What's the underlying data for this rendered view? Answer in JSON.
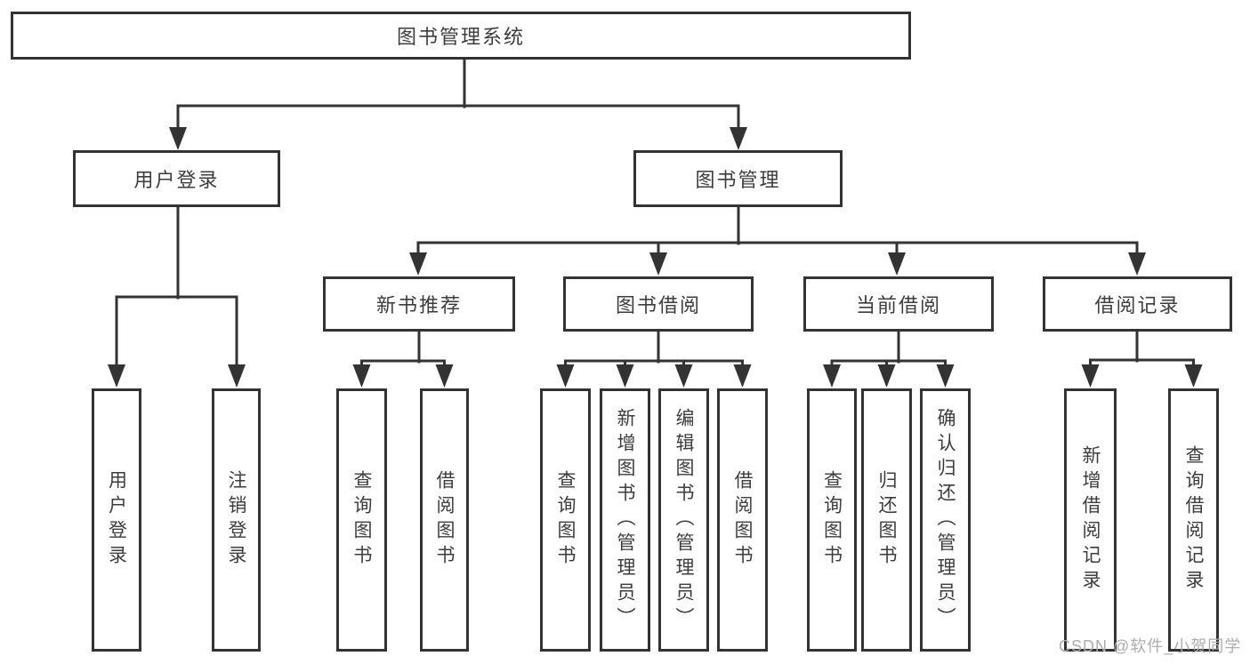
{
  "diagram": {
    "type": "hierarchy-tree",
    "nodes": {
      "root": "图书管理系统",
      "user_login": "用户登录",
      "book_management": "图书管理",
      "new_book_recommend": "新书推荐",
      "book_borrowing": "图书借阅",
      "current_borrowing": "当前借阅",
      "borrowing_records": "借阅记录",
      "leaf_user_login": "用户登录",
      "leaf_logout": "注销登录",
      "leaf_nb_query_books": "查询图书",
      "leaf_nb_borrow_books": "借阅图书",
      "leaf_bb_query_books": "查询图书",
      "leaf_bb_add_books": "新增图书（管理员）",
      "leaf_bb_edit_books": "编辑图书（管理员）",
      "leaf_bb_borrow_books": "借阅图书",
      "leaf_cb_query_books": "查询图书",
      "leaf_cb_return_books": "归还图书",
      "leaf_cb_confirm_return": "确认归还（管理员）",
      "leaf_br_add_record": "新增借阅记录",
      "leaf_br_query_record": "查询借阅记录"
    },
    "edges": [
      [
        "图书管理系统",
        "用户登录"
      ],
      [
        "图书管理系统",
        "图书管理"
      ],
      [
        "用户登录",
        "用户登录"
      ],
      [
        "用户登录",
        "注销登录"
      ],
      [
        "图书管理",
        "新书推荐"
      ],
      [
        "图书管理",
        "图书借阅"
      ],
      [
        "图书管理",
        "当前借阅"
      ],
      [
        "图书管理",
        "借阅记录"
      ],
      [
        "新书推荐",
        "查询图书"
      ],
      [
        "新书推荐",
        "借阅图书"
      ],
      [
        "图书借阅",
        "查询图书"
      ],
      [
        "图书借阅",
        "新增图书（管理员）"
      ],
      [
        "图书借阅",
        "编辑图书（管理员）"
      ],
      [
        "图书借阅",
        "借阅图书"
      ],
      [
        "当前借阅",
        "查询图书"
      ],
      [
        "当前借阅",
        "归还图书"
      ],
      [
        "当前借阅",
        "确认归还（管理员）"
      ],
      [
        "借阅记录",
        "新增借阅记录"
      ],
      [
        "借阅记录",
        "查询借阅记录"
      ]
    ]
  },
  "watermark": "CSDN @软件_小贺同学",
  "colors": {
    "line": "#333333",
    "text": "#3d3d3d",
    "watermark": "#adadad",
    "background": "#ffffff"
  }
}
